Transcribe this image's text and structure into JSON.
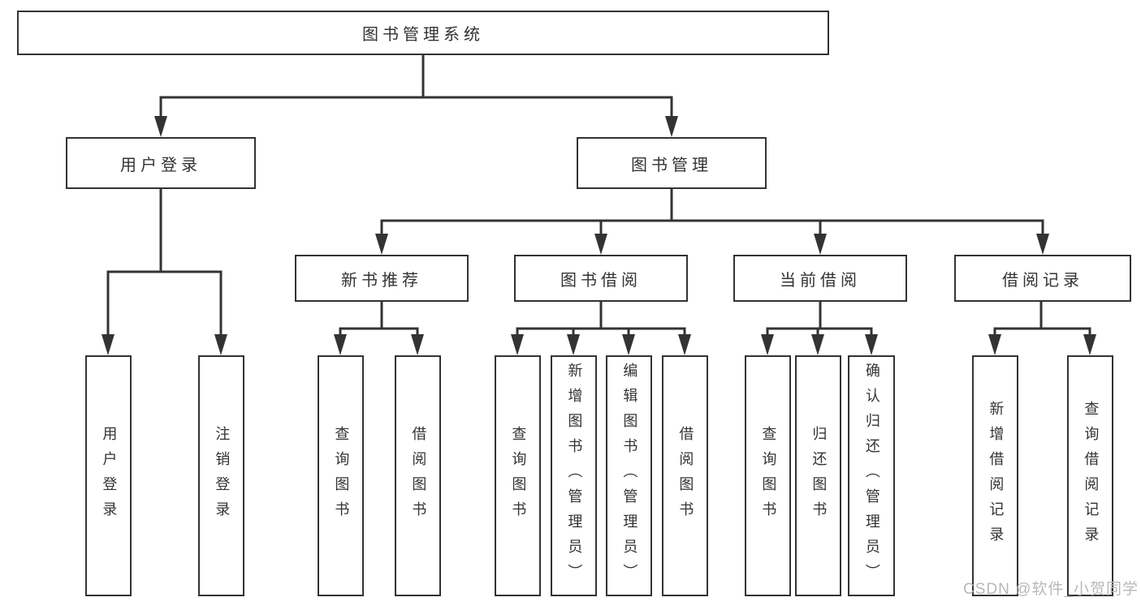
{
  "diagram": {
    "root": {
      "label": "图书管理系统"
    },
    "level2": [
      {
        "label": "用户登录"
      },
      {
        "label": "图书管理"
      }
    ],
    "level3": [
      {
        "label": "新书推荐"
      },
      {
        "label": "图书借阅"
      },
      {
        "label": "当前借阅"
      },
      {
        "label": "借阅记录"
      }
    ],
    "leaves": {
      "user_login": [
        "用户登录",
        "注销登录"
      ],
      "new_book_recommend": [
        "查询图书",
        "借阅图书"
      ],
      "book_borrow": [
        "查询图书",
        "新增图书（管理员）",
        "编辑图书（管理员）",
        "借阅图书"
      ],
      "current_borrow": [
        "查询图书",
        "归还图书",
        "确认归还（管理员）"
      ],
      "borrow_records": [
        "新增借阅记录",
        "查询借阅记录"
      ]
    }
  },
  "watermark": {
    "text": "CSDN @软件_小贺同学"
  },
  "colors": {
    "line": "#333333",
    "text": "#333333",
    "box_background": "#ffffff",
    "watermark": "#b8b8b8"
  }
}
